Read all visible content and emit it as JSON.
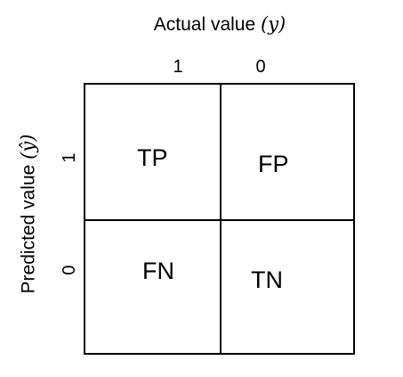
{
  "column_axis": {
    "title_text": "Actual value ",
    "title_symbol": "(y)",
    "ticks": [
      "1",
      "0"
    ]
  },
  "row_axis": {
    "title_text": "Predicted value ",
    "title_symbol": "(ŷ)",
    "ticks": [
      "1",
      "0"
    ]
  },
  "matrix": {
    "cells": [
      [
        "TP",
        "FP"
      ],
      [
        "FN",
        "TN"
      ]
    ],
    "border_color": "#000000",
    "background_color": "#ffffff"
  }
}
